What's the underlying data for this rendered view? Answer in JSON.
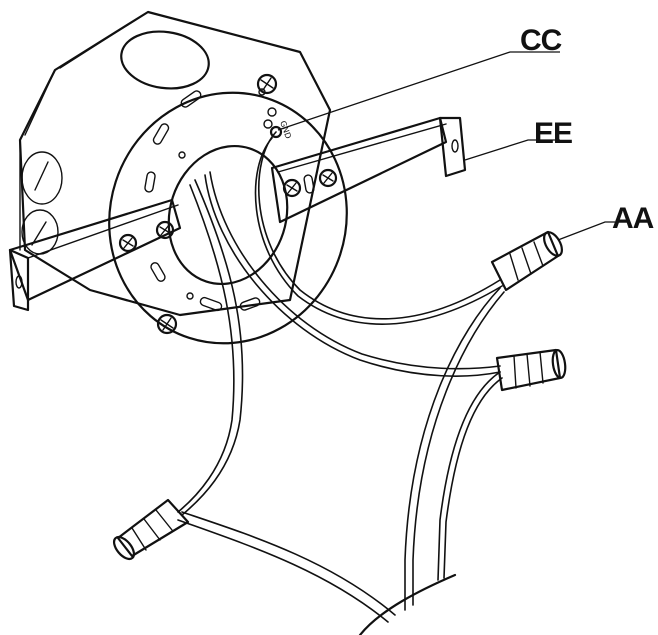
{
  "callouts": {
    "cc": "CC",
    "ee": "EE",
    "aa": "AA"
  },
  "ring_mark": "GND",
  "colors": {
    "ink": "#111111",
    "background": "#ffffff"
  }
}
